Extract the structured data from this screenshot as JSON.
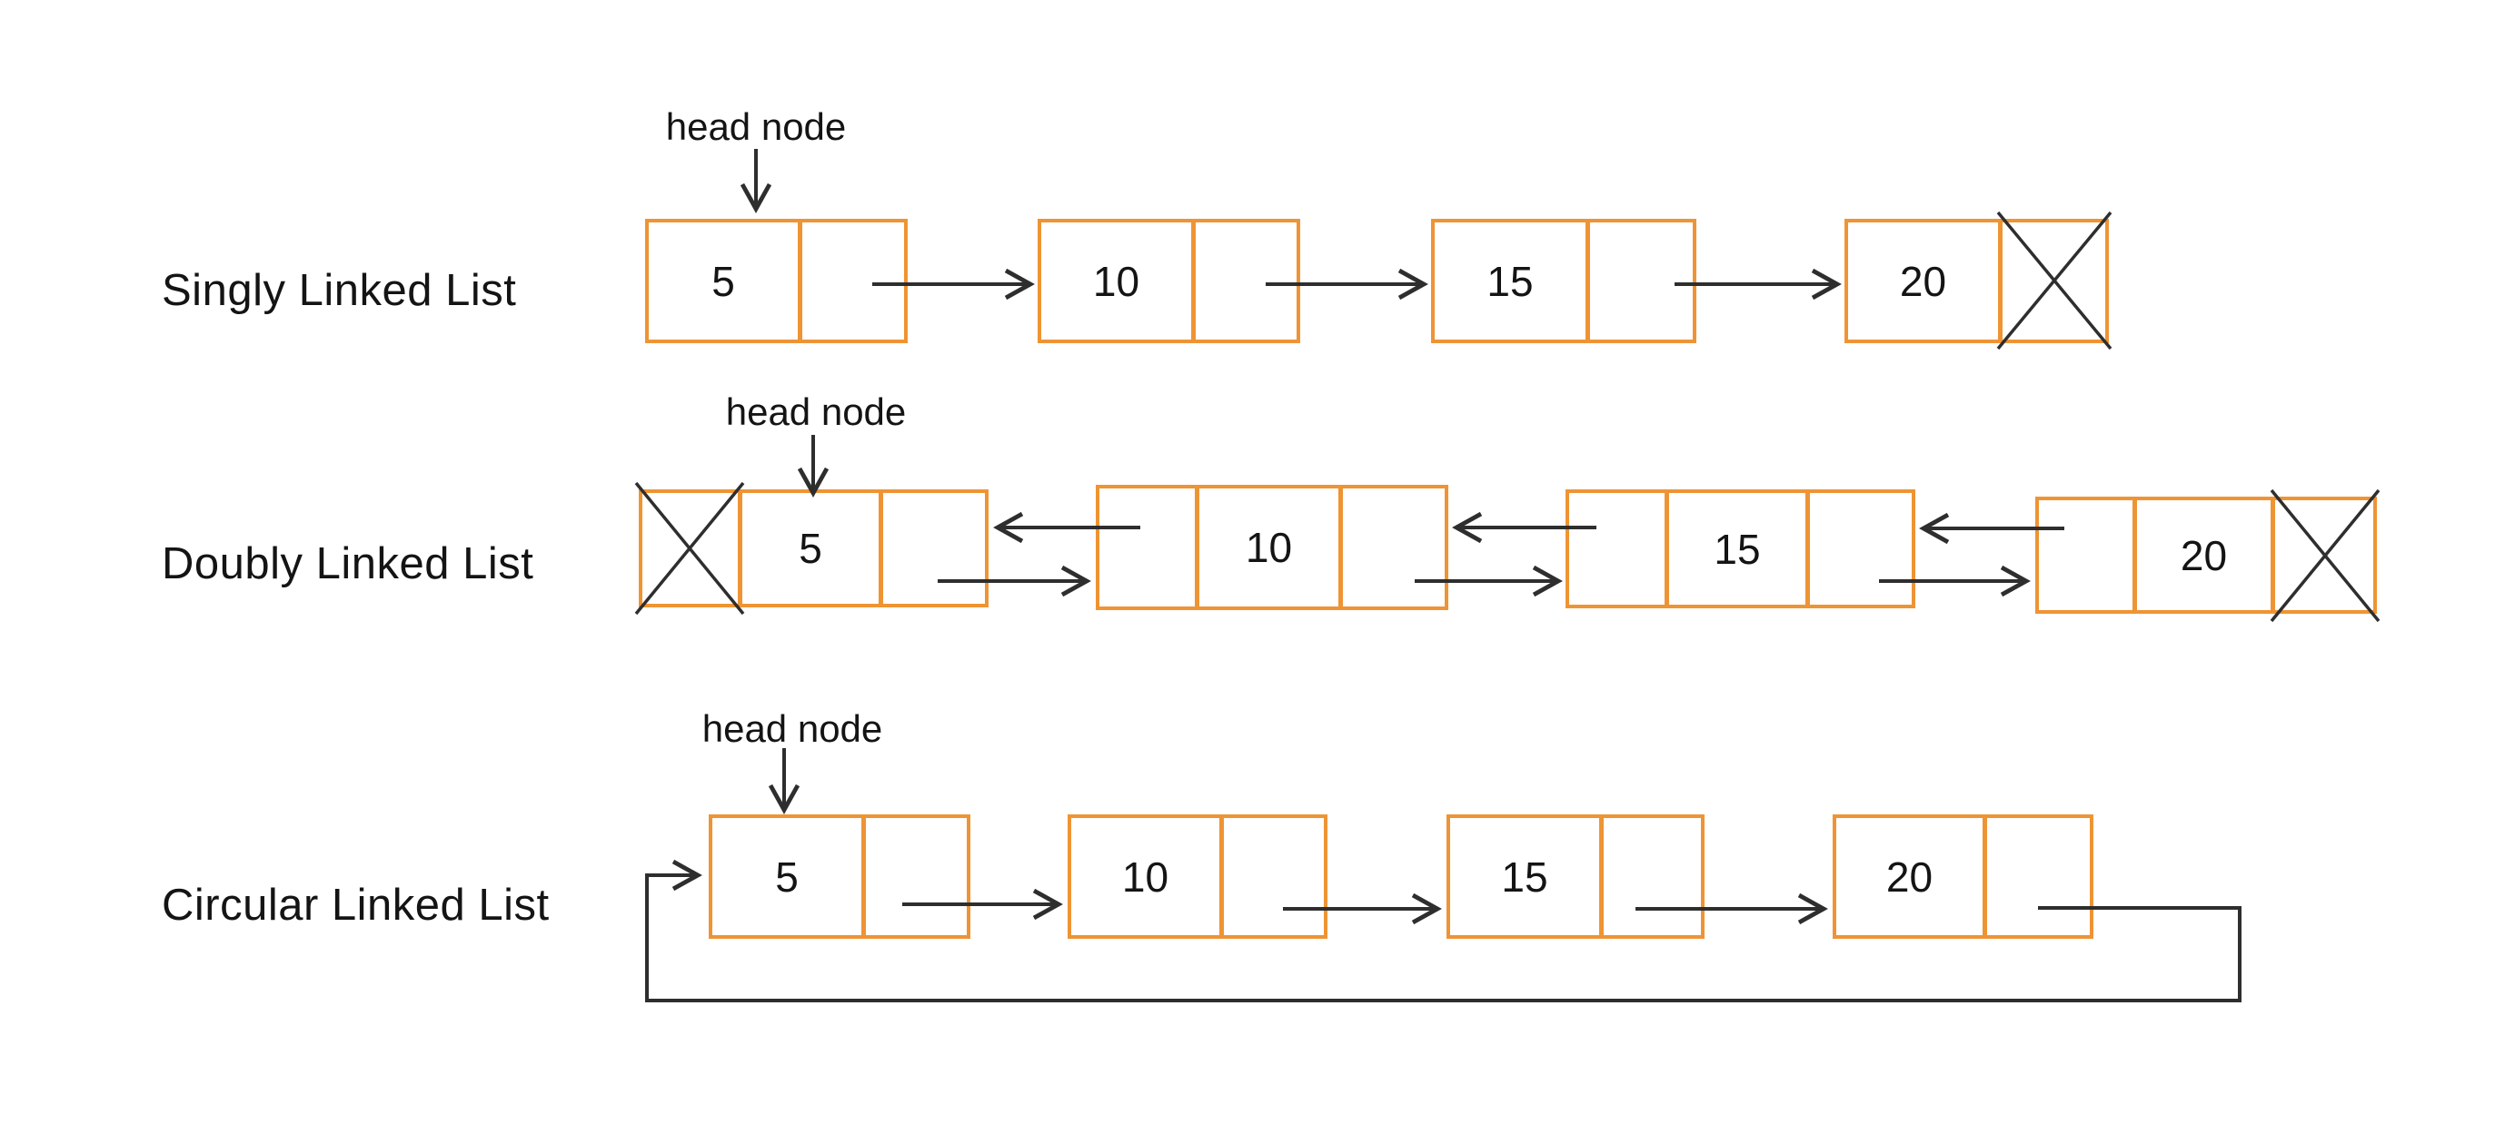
{
  "rows": [
    {
      "label": "Singly Linked List",
      "head_label": "head node",
      "nodes": [
        {
          "value": "5"
        },
        {
          "value": "10"
        },
        {
          "value": "15"
        },
        {
          "value": "20"
        }
      ]
    },
    {
      "label": "Doubly Linked List",
      "head_label": "head node",
      "nodes": [
        {
          "value": "5"
        },
        {
          "value": "10"
        },
        {
          "value": "15"
        },
        {
          "value": "20"
        }
      ]
    },
    {
      "label": "Circular Linked List",
      "head_label": "head node",
      "nodes": [
        {
          "value": "5"
        },
        {
          "value": "10"
        },
        {
          "value": "15"
        },
        {
          "value": "20"
        }
      ]
    }
  ],
  "colors": {
    "node_border": "#ee9434",
    "connector": "#2e2e2e",
    "text": "#141414",
    "background": "#ffffff"
  }
}
